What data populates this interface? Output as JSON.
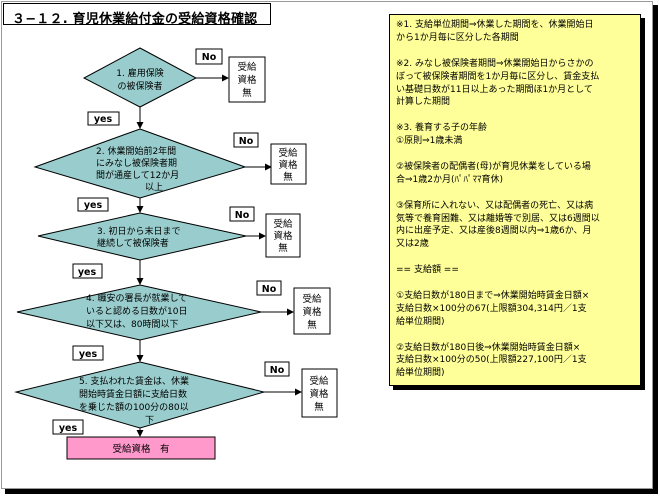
{
  "title": "３−１２. 育児休業給付金の受給資格確認",
  "decisions": [
    {
      "lines": [
        "1. 雇用保険",
        "の被保険者"
      ],
      "no": "No",
      "yes": "yes",
      "result": [
        "受給",
        "資格",
        "無"
      ]
    },
    {
      "lines": [
        "2. 休業開始前2年間",
        "にみなし被保険者期",
        "間が通産して12か月",
        "以上"
      ],
      "no": "No",
      "yes": "yes",
      "result": [
        "受給",
        "資格",
        "無"
      ]
    },
    {
      "lines": [
        "3. 初日から末日まで",
        "継続して被保険者"
      ],
      "no": "No",
      "yes": "yes",
      "result": [
        "受給",
        "資格",
        "無"
      ]
    },
    {
      "lines": [
        "4. 職安の署長が就業して",
        "いると認める日数が10日",
        "以下又は、80時間以下"
      ],
      "no": "No",
      "yes": "yes",
      "result": [
        "受給",
        "資格",
        "無"
      ]
    },
    {
      "lines": [
        "5. 支払われた賃金は、休業",
        "開始時賃金日額に支給日数",
        "を乗じた額の100分の80以",
        "下"
      ],
      "no": "No",
      "yes": "yes",
      "result": [
        "受給",
        "資格",
        "無"
      ]
    }
  ],
  "final_result": "受給資格　有",
  "notes": [
    "※1. 支給単位期間⇒休業した期間を、休業開始日",
    "から1か月毎に区分した各期間",
    "",
    "※2. みなし被保険者期間⇒休業開始日からさかの",
    "ぼって被保険者期間を1か月毎に区分し、賃金支払",
    "い基礎日数が11日以上あった期間ほ1か月として",
    "計算した期間",
    "",
    "※3. 養育する子の年齢",
    "①原則⇒1歳未満",
    "",
    "②被保険者の配偶者(母)が育児休業をしている場",
    "合⇒1歳2か月(ﾊﾟﾊﾟﾏﾏ育休)",
    "",
    "③保育所に入れない、又は配偶者の死亡、又は病",
    "気等で養育困難、又は離婚等で別居、又は6週間以",
    "内に出産予定、又は産後8週間以内⇒1歳6か、月",
    "又は2歳",
    "",
    "== 支給額 ==",
    "",
    "①支給日数が180日まで⇒休業開始時賃金日額×",
    "支給日数×100分の67(上限額304,314円／1支",
    "給単位期間)",
    "",
    "②支給日数が180日後⇒休業開始時賃金日額×",
    "支給日数×100分の50(上限額227,100円／1支",
    "給単位期間)"
  ],
  "colors": {
    "diamond": "#99cccc",
    "final": "#ff99cc",
    "note": "#ffff99"
  }
}
